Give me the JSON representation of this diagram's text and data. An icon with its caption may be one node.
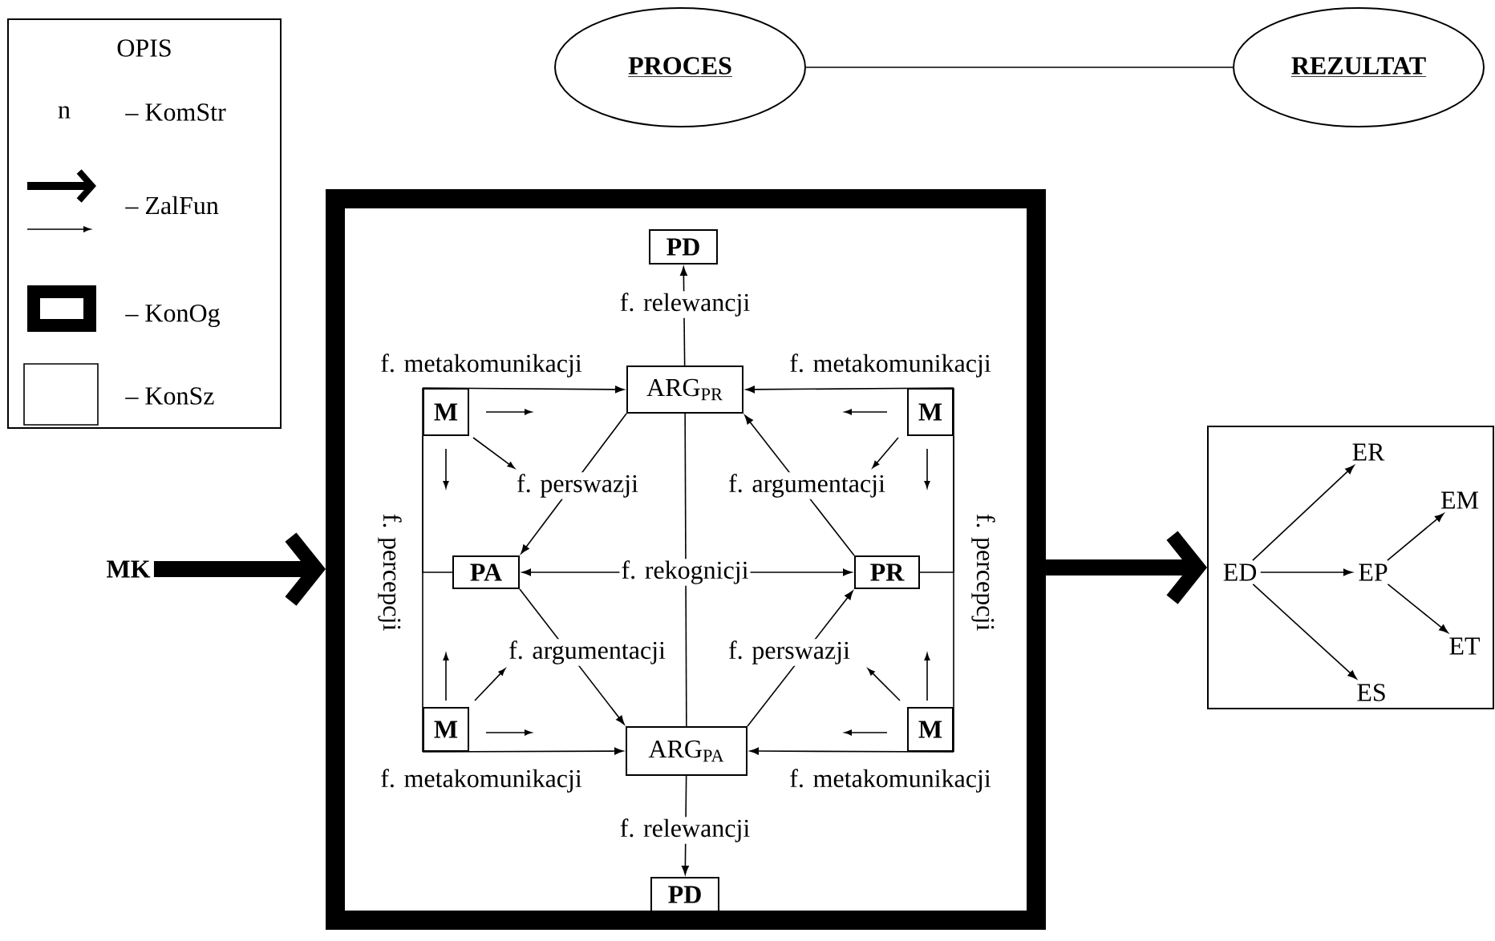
{
  "diagram": {
    "nodes": [
      {
        "text": [
          "PROCES"
        ]
      },
      {
        "text": [
          "REZULTAT"
        ]
      },
      {
        "text": [
          "MK"
        ]
      },
      {
        "text": [],
        "shape": "box"
      },
      {
        "text": [
          "PD"
        ],
        "in": 3
      },
      {
        "text": [
          "ARG$_{PR}$"
        ],
        "in": 3
      },
      {
        "text": [
          "M"
        ],
        "in": 3
      },
      {
        "text": [
          "M"
        ],
        "in": 3
      },
      {
        "text": [
          "PA"
        ],
        "in": 3
      },
      {
        "text": [
          "PR"
        ],
        "in": 3
      },
      {
        "text": [
          "M"
        ],
        "in": 3
      },
      {
        "text": [
          "M"
        ],
        "in": 3
      },
      {
        "text": [
          "ARG$_{PA}$"
        ],
        "in": 3
      },
      {
        "text": [
          "PD"
        ],
        "in": 3
      },
      {
        "text": [],
        "shape": "box"
      },
      {
        "text": [
          "ED"
        ],
        "in": 14
      },
      {
        "text": [
          "ER"
        ],
        "in": 14
      },
      {
        "text": [
          "EP"
        ],
        "in": 14
      },
      {
        "text": [
          "EM"
        ],
        "in": 14
      },
      {
        "text": [
          "ET"
        ],
        "in": 14
      },
      {
        "text": [
          "ES"
        ],
        "in": 14
      }
    ],
    "edges": [
      {
        "from": 0,
        "to": 1,
        "arrow": "none"
      },
      {
        "from": 2,
        "to": 3,
        "arrow": "to",
        "style": "thick"
      },
      {
        "from": 3,
        "to": 14,
        "arrow": "to",
        "style": "thick"
      },
      {
        "from": 5,
        "to": 4,
        "arrow": "to",
        "label": "f. relewancji"
      },
      {
        "from": 6,
        "to": 5,
        "arrow": "to",
        "label": "f. metakomunikacji"
      },
      {
        "from": 7,
        "to": 5,
        "arrow": "to",
        "label": "f. metakomunikacji"
      },
      {
        "from": 6,
        "to": 10,
        "arrow": "none",
        "label": "f. percepcji"
      },
      {
        "from": 7,
        "to": 11,
        "arrow": "none",
        "label": "f. percepcji"
      },
      {
        "from": 5,
        "to": 8,
        "arrow": "to",
        "label": "f. perswazji"
      },
      {
        "from": 9,
        "to": 5,
        "arrow": "to",
        "label": "f. argumentacji"
      },
      {
        "from": 8,
        "to": 9,
        "arrow": "both",
        "label": "f. rekognicji"
      },
      {
        "from": 5,
        "to": 12,
        "arrow": "none"
      },
      {
        "from": 8,
        "to": 12,
        "arrow": "to",
        "label": "f. argumentacji"
      },
      {
        "from": 12,
        "to": 9,
        "arrow": "to",
        "label": "f. perswazji"
      },
      {
        "from": 10,
        "to": 12,
        "arrow": "to",
        "label": "f. metakomunikacji"
      },
      {
        "from": 11,
        "to": 12,
        "arrow": "to",
        "label": "f. metakomunikacji"
      },
      {
        "from": 12,
        "to": 13,
        "arrow": "to",
        "label": "f. relewancji"
      },
      {
        "from": 15,
        "to": 16,
        "arrow": "to"
      },
      {
        "from": 15,
        "to": 17,
        "arrow": "to"
      },
      {
        "from": 15,
        "to": 20,
        "arrow": "to"
      },
      {
        "from": 17,
        "to": 18,
        "arrow": "to"
      },
      {
        "from": 17,
        "to": 19,
        "arrow": "to"
      },
      {
        "from": 8,
        "to": 6,
        "arrow": "none"
      },
      {
        "from": 9,
        "to": 7,
        "arrow": "none"
      }
    ],
    "labels": [
      "OPIS",
      "n"
    ],
    "legend": [
      {
        "text": "– KomStr"
      },
      {
        "text": "– ZalFun"
      },
      {
        "text": "– KonOg"
      },
      {
        "text": "– KonSz"
      }
    ]
  }
}
